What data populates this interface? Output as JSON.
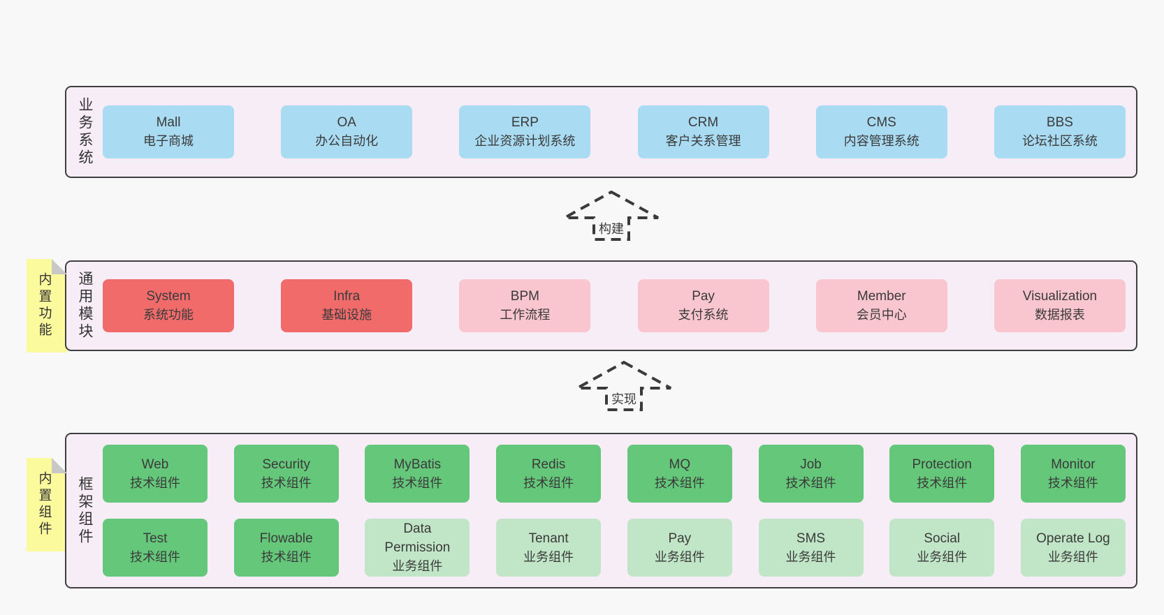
{
  "palette": {
    "page-bg": "#f8f8f8",
    "container-bg": "#f7edf6",
    "container-border": "#3f3f3f",
    "box-blue": "#a9dbf2",
    "box-red": "#f16b6b",
    "box-pink": "#f9c5ce",
    "box-green": "#65c77a",
    "box-lightgreen": "#c1e6c7",
    "note-yellow": "#fbfb9d",
    "note-fold": "#c8c8c8",
    "text": "#3a3a3a"
  },
  "arrows": [
    {
      "label": "构建"
    },
    {
      "label": "实现"
    }
  ],
  "layers": [
    {
      "label": "业务系统",
      "rows": [
        [
          {
            "name": "Mall",
            "desc": "电子商城"
          },
          {
            "name": "OA",
            "desc": "办公自动化"
          },
          {
            "name": "ERP",
            "desc": "企业资源计划系统"
          },
          {
            "name": "CRM",
            "desc": "客户关系管理"
          },
          {
            "name": "CMS",
            "desc": "内容管理系统"
          },
          {
            "name": "BBS",
            "desc": "论坛社区系统"
          }
        ]
      ]
    },
    {
      "label": "通用模块",
      "note": "内置功能",
      "rows": [
        [
          {
            "name": "System",
            "desc": "系统功能"
          },
          {
            "name": "Infra",
            "desc": "基础设施"
          },
          {
            "name": "BPM",
            "desc": "工作流程"
          },
          {
            "name": "Pay",
            "desc": "支付系统"
          },
          {
            "name": "Member",
            "desc": "会员中心"
          },
          {
            "name": "Visualization",
            "desc": "数据报表"
          }
        ]
      ]
    },
    {
      "label": "框架组件",
      "note": "内置组件",
      "rows": [
        [
          {
            "name": "Web",
            "desc": "技术组件"
          },
          {
            "name": "Security",
            "desc": "技术组件"
          },
          {
            "name": "MyBatis",
            "desc": "技术组件"
          },
          {
            "name": "Redis",
            "desc": "技术组件"
          },
          {
            "name": "MQ",
            "desc": "技术组件"
          },
          {
            "name": "Job",
            "desc": "技术组件"
          },
          {
            "name": "Protection",
            "desc": "技术组件"
          },
          {
            "name": "Monitor",
            "desc": "技术组件"
          }
        ],
        [
          {
            "name": "Test",
            "desc": "技术组件"
          },
          {
            "name": "Flowable",
            "desc": "技术组件"
          },
          {
            "name": "Data Permission",
            "desc": "业务组件"
          },
          {
            "name": "Tenant",
            "desc": "业务组件"
          },
          {
            "name": "Pay",
            "desc": "业务组件"
          },
          {
            "name": "SMS",
            "desc": "业务组件"
          },
          {
            "name": "Social",
            "desc": "业务组件"
          },
          {
            "name": "Operate Log",
            "desc": "业务组件"
          }
        ]
      ]
    }
  ]
}
